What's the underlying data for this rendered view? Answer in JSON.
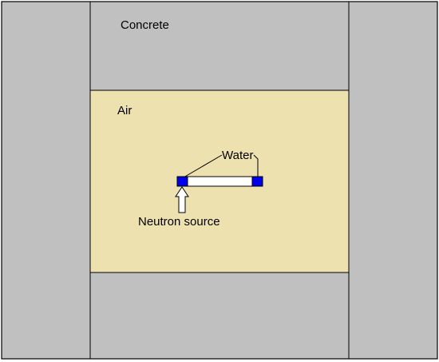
{
  "labels": {
    "concrete": "Concrete",
    "air": "Air",
    "water": "Water",
    "neutron_source": "Neutron source"
  },
  "colors": {
    "concrete": "#c0c0c0",
    "air": "#eee1b0",
    "water": "#0000ee",
    "tube": "#ffffff",
    "outline": "#000000"
  }
}
